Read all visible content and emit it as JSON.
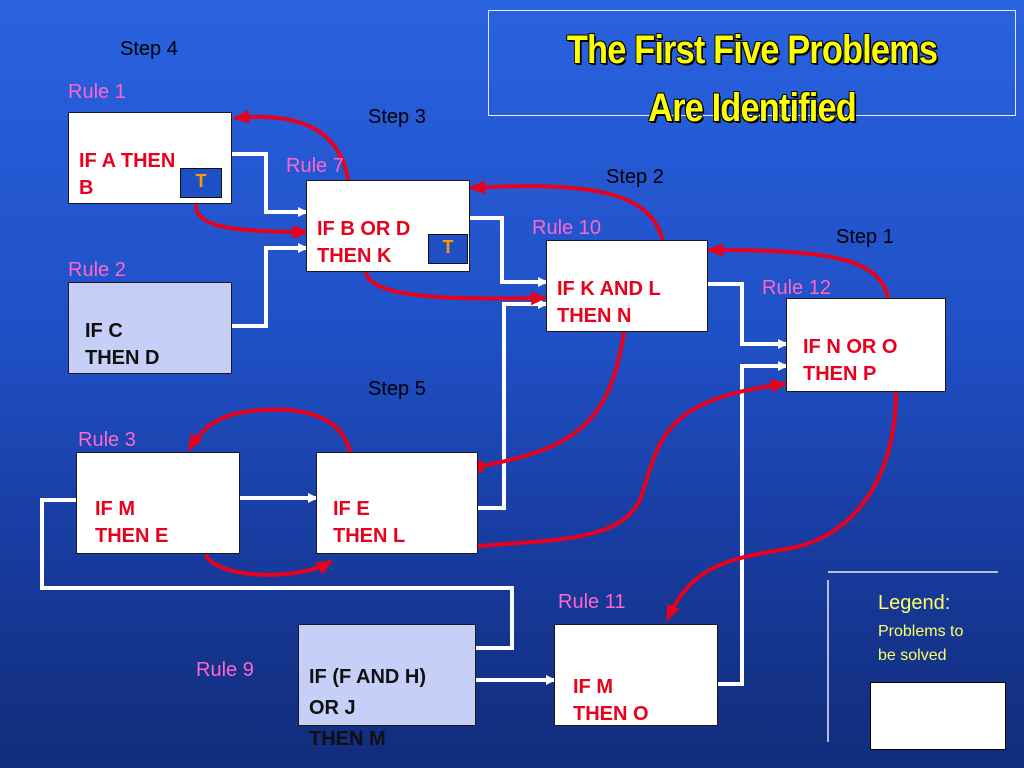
{
  "title": {
    "line1": "The First Five Problems",
    "line2": "Are Identified"
  },
  "steps": {
    "step1": "Step 1",
    "step2": "Step 2",
    "step3": "Step 3",
    "step4": "Step 4",
    "step5": "Step 5"
  },
  "rules": {
    "rule1": {
      "label": "Rule 1",
      "text": "IF A THEN\nB",
      "flag": "T"
    },
    "rule2": {
      "label": "Rule 2",
      "text": "IF C\nTHEN D"
    },
    "rule7": {
      "label": "Rule 7",
      "text": "IF B OR D\nTHEN K",
      "flag": "T"
    },
    "rule10": {
      "label": "Rule 10",
      "text": "IF K AND L\nTHEN N"
    },
    "rule12": {
      "label": "Rule 12",
      "text": "IF N OR O\nTHEN P"
    },
    "rule3": {
      "label": "Rule 3",
      "text": "IF M\nTHEN E"
    },
    "rule_e": {
      "text": "IF E\nTHEN L"
    },
    "rule9": {
      "label": "Rule 9",
      "text": "IF (F AND H)\nOR J\nTHEN M"
    },
    "rule11": {
      "label": "Rule 11",
      "text": "IF M\nTHEN O"
    }
  },
  "legend": {
    "title": "Legend:",
    "line1": "Problems to",
    "line2": "be solved"
  },
  "colors": {
    "background": "#1f4fc4",
    "title": "#ffff00",
    "rule_label": "#ff66cc",
    "problem_text": "#e8001c",
    "arrow": "#e8001c",
    "connector": "#ffffff"
  }
}
